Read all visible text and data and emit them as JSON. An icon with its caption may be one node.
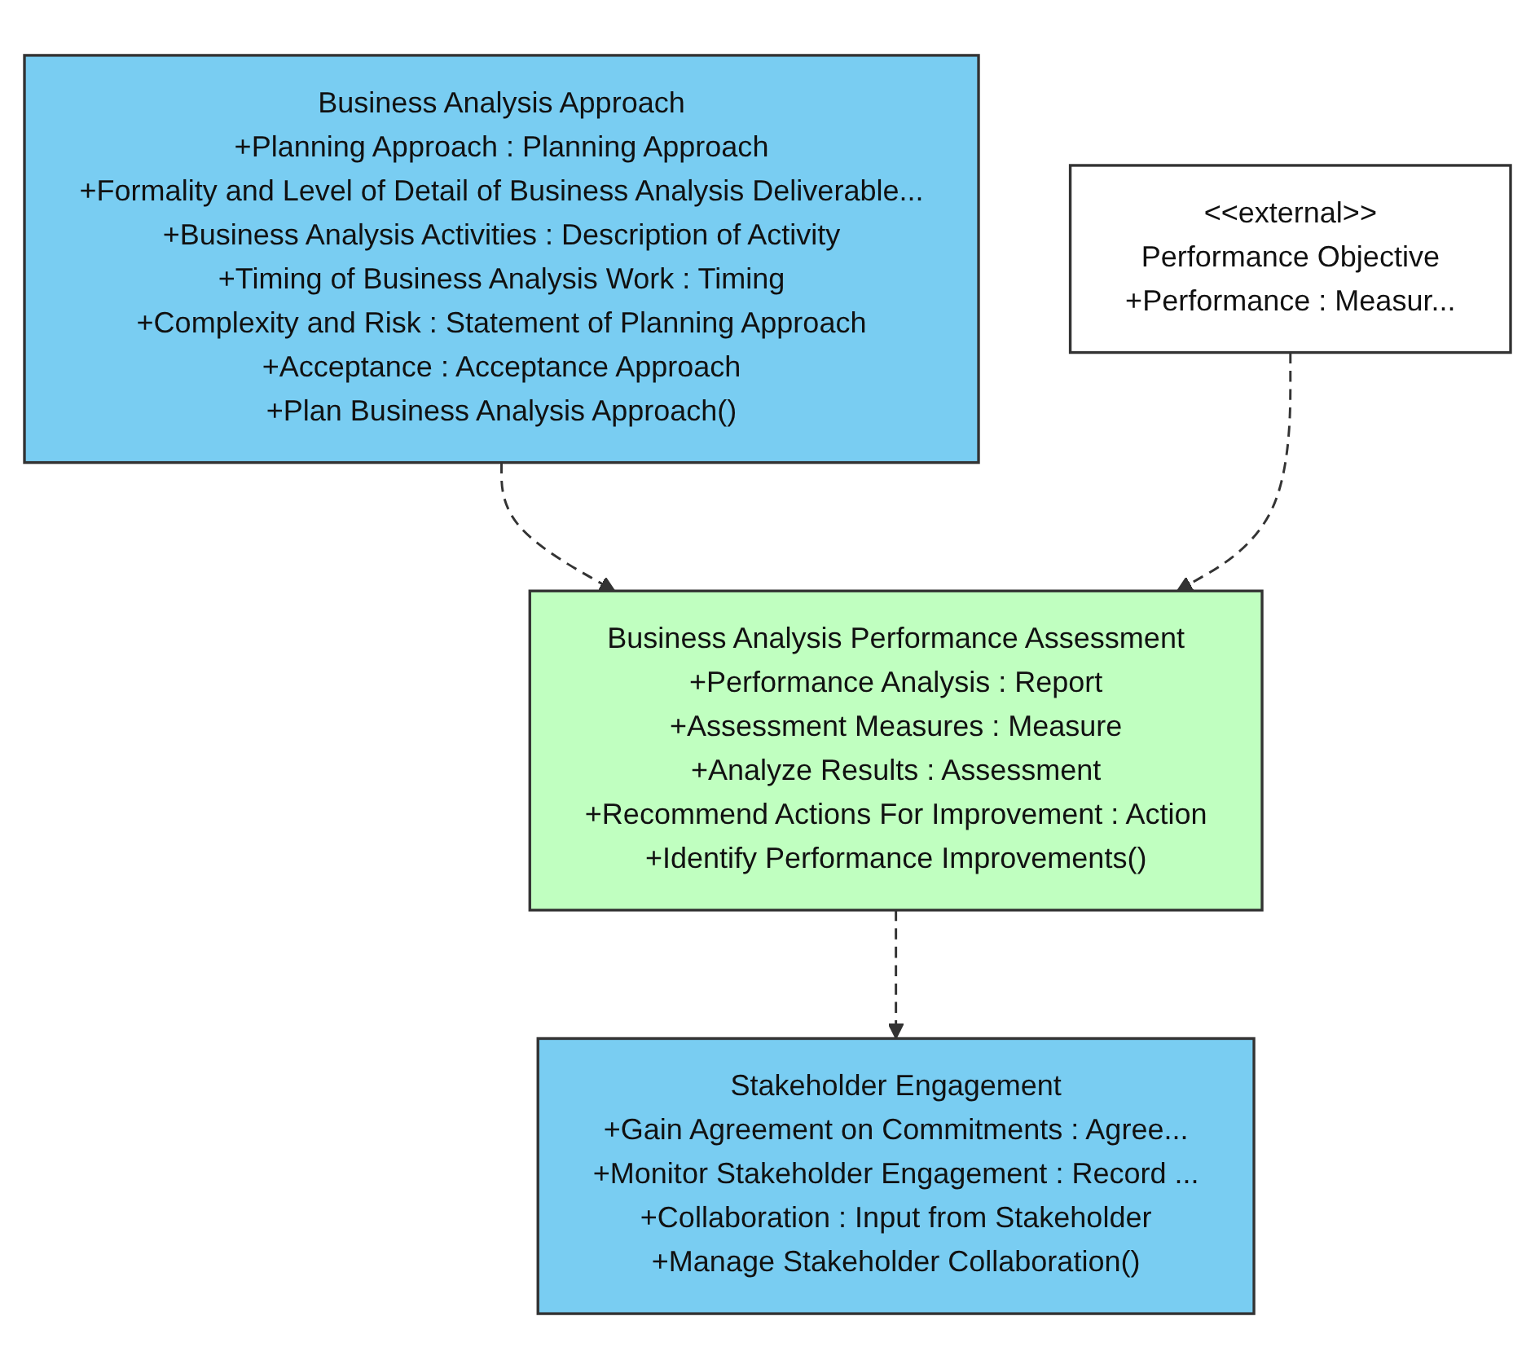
{
  "diagram": {
    "nodes": [
      {
        "text": [
          "Business Analysis Approach",
          "+Planning Approach : Planning Approach",
          "+Formality and Level of Detail of Business Analysis Deliverable...",
          "+Business Analysis Activities : Description of Activity",
          "+Timing of Business Analysis Work : Timing",
          "+Complexity and Risk : Statement of Planning Approach",
          "+Acceptance : Acceptance Approach",
          "+Plan Business Analysis Approach()"
        ]
      },
      {
        "text": [
          "<<external>>",
          "Performance Objective",
          "+Performance : Measur..."
        ]
      },
      {
        "text": [
          "Business Analysis Performance Assessment",
          "+Performance Analysis : Report",
          "+Assessment Measures : Measure",
          "+Analyze Results : Assessment",
          "+Recommend Actions For Improvement : Action",
          "+Identify Performance Improvements()"
        ]
      },
      {
        "text": [
          "Stakeholder Engagement",
          "+Gain Agreement on Commitments : Agree...",
          "+Monitor Stakeholder Engagement : Record ...",
          "+Collaboration : Input from Stakeholder",
          "+Manage Stakeholder Collaboration()"
        ]
      }
    ],
    "edges": [
      {
        "from": 0,
        "to": 2,
        "arrow": "to",
        "style": "dashed"
      },
      {
        "from": 1,
        "to": 2,
        "arrow": "to",
        "style": "dashed"
      },
      {
        "from": 2,
        "to": 3,
        "arrow": "to",
        "style": "dashed"
      }
    ]
  }
}
